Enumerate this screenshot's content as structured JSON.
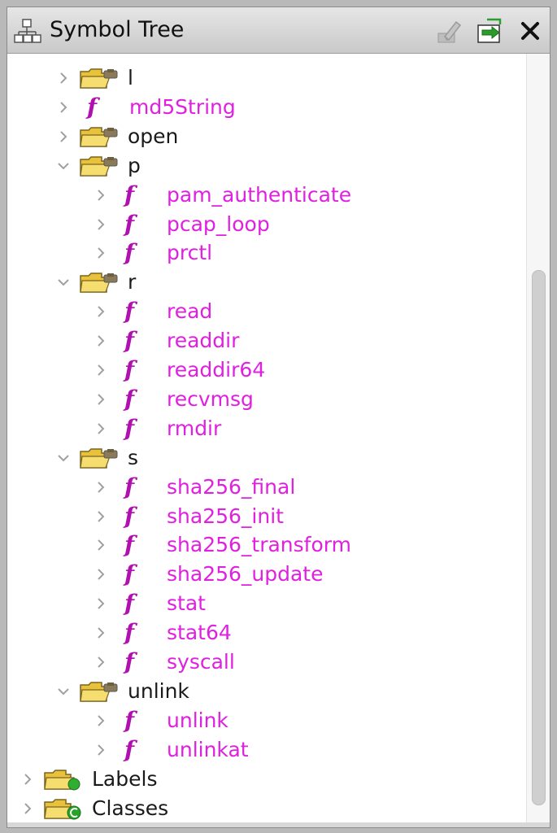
{
  "panel": {
    "title": "Symbol Tree"
  },
  "toolbar": {
    "buttons": [
      {
        "icon": "edit-disabled-icon"
      },
      {
        "icon": "navigate-icon"
      },
      {
        "icon": "close-icon"
      }
    ]
  },
  "colors": {
    "function_label": "#e020e0",
    "function_icon": "#b010b0",
    "folder": "#e8c23a",
    "labels_badge": "#2fae2f",
    "classes_badge": "#27a427"
  },
  "tree": [
    {
      "label": "l",
      "kind": "folder",
      "level": 1,
      "expanded": false
    },
    {
      "label": "md5String",
      "kind": "function",
      "level": 1,
      "expanded": false
    },
    {
      "label": "open",
      "kind": "folder",
      "level": 1,
      "expanded": false
    },
    {
      "label": "p",
      "kind": "folder",
      "level": 1,
      "expanded": true
    },
    {
      "label": "pam_authenticate",
      "kind": "function",
      "level": 2,
      "expanded": false
    },
    {
      "label": "pcap_loop",
      "kind": "function",
      "level": 2,
      "expanded": false
    },
    {
      "label": "prctl",
      "kind": "function",
      "level": 2,
      "expanded": false
    },
    {
      "label": "r",
      "kind": "folder",
      "level": 1,
      "expanded": true
    },
    {
      "label": "read",
      "kind": "function",
      "level": 2,
      "expanded": false
    },
    {
      "label": "readdir",
      "kind": "function",
      "level": 2,
      "expanded": false
    },
    {
      "label": "readdir64",
      "kind": "function",
      "level": 2,
      "expanded": false
    },
    {
      "label": "recvmsg",
      "kind": "function",
      "level": 2,
      "expanded": false
    },
    {
      "label": "rmdir",
      "kind": "function",
      "level": 2,
      "expanded": false
    },
    {
      "label": "s",
      "kind": "folder",
      "level": 1,
      "expanded": true
    },
    {
      "label": "sha256_final",
      "kind": "function",
      "level": 2,
      "expanded": false
    },
    {
      "label": "sha256_init",
      "kind": "function",
      "level": 2,
      "expanded": false
    },
    {
      "label": "sha256_transform",
      "kind": "function",
      "level": 2,
      "expanded": false
    },
    {
      "label": "sha256_update",
      "kind": "function",
      "level": 2,
      "expanded": false
    },
    {
      "label": "stat",
      "kind": "function",
      "level": 2,
      "expanded": false
    },
    {
      "label": "stat64",
      "kind": "function",
      "level": 2,
      "expanded": false
    },
    {
      "label": "syscall",
      "kind": "function",
      "level": 2,
      "expanded": false
    },
    {
      "label": "unlink",
      "kind": "folder",
      "level": 1,
      "expanded": true
    },
    {
      "label": "unlink",
      "kind": "function",
      "level": 2,
      "expanded": false
    },
    {
      "label": "unlinkat",
      "kind": "function",
      "level": 2,
      "expanded": false
    },
    {
      "label": "Labels",
      "kind": "labels-category",
      "level": 0,
      "expanded": false
    },
    {
      "label": "Classes",
      "kind": "classes-category",
      "level": 0,
      "expanded": false
    }
  ]
}
